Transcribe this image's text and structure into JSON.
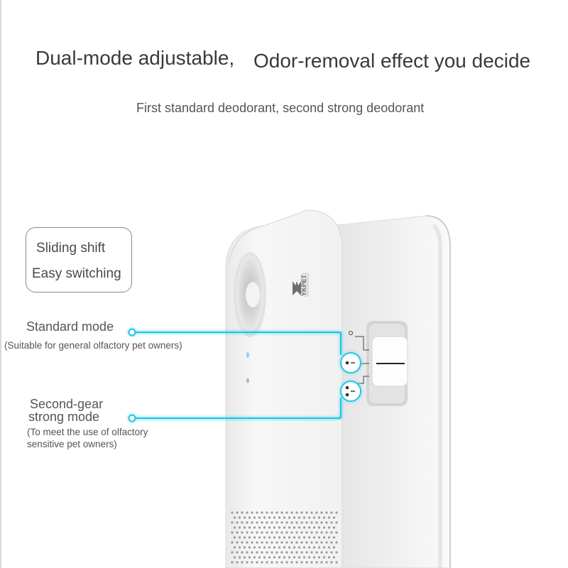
{
  "headline": {
    "part1": "Dual-mode adjustable,",
    "part2": "Odor-removal effect you decide"
  },
  "subheadline": "First standard deodorant, second strong deodorant",
  "callout": {
    "line1": "Sliding shift",
    "line2": "Easy switching"
  },
  "standard_mode": {
    "title": "Standard mode",
    "note": "(Suitable for general olfactory pet owners)"
  },
  "strong_mode": {
    "title_line1": "Second-gear",
    "title_line2": "strong mode",
    "note_line1": "(To meet the use of olfactory",
    "note_line2": "sensitive pet owners)"
  },
  "device": {
    "brand_text": "YKPET",
    "brand_icon": "ykpet-logo-icon"
  },
  "colors": {
    "accent_cyan": "#1ec8e6",
    "device_white": "#f6f6f6",
    "device_shadow": "#cfcfcf",
    "brand_gray": "#6e6e6e"
  }
}
